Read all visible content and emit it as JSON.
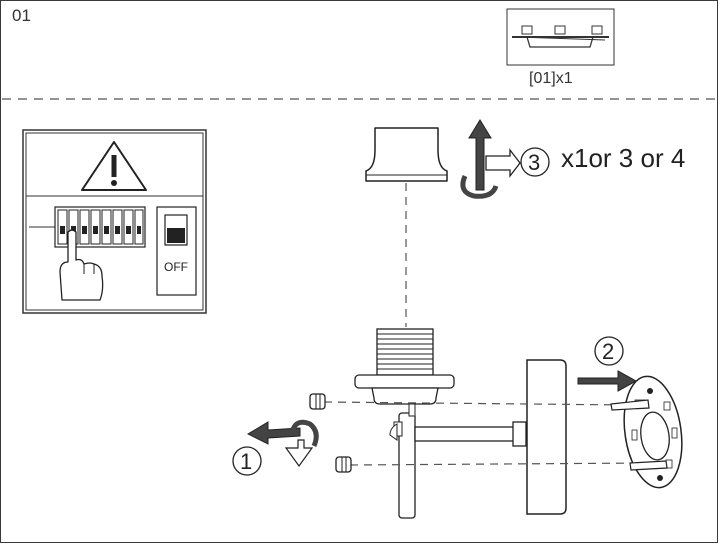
{
  "step": {
    "number": "01"
  },
  "parts": {
    "caption": "[01]x1"
  },
  "callouts": {
    "one": "1",
    "two": "2",
    "three": "3",
    "three_qty": "x1or 3 or 4"
  },
  "breaker_panel": {
    "switch_label": "OFF"
  },
  "icons": [
    "warning-icon",
    "hand-pointer-icon",
    "rotate-arrow-icon"
  ],
  "colors": {
    "line": "#2a2a2a",
    "arrow": "#4a4a4a",
    "dashed": "#555555"
  }
}
